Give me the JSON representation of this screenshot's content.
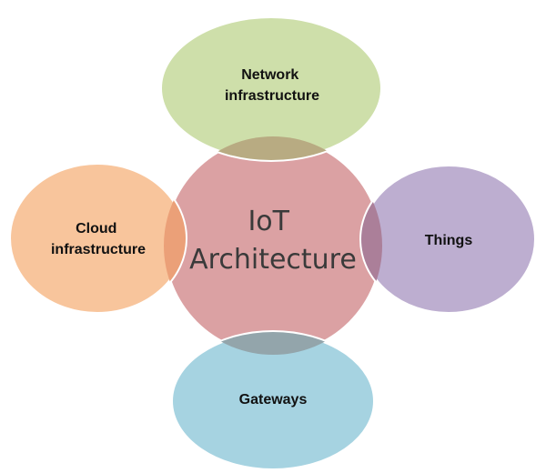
{
  "center": {
    "lines": [
      "IoT",
      "Architecture"
    ],
    "color": "#dba1a3"
  },
  "nodes": [
    {
      "key": "network",
      "lines": [
        "Network",
        "infrastructure"
      ],
      "color": "#cedfaa"
    },
    {
      "key": "things",
      "lines": [
        "Things"
      ],
      "color": "#bdaed0"
    },
    {
      "key": "gateways",
      "lines": [
        "Gateways"
      ],
      "color": "#a6d3e1"
    },
    {
      "key": "cloud",
      "lines": [
        "Cloud",
        "infrastructure"
      ],
      "color": "#f8c59c"
    }
  ],
  "overlap_colors": {
    "network": "#b8ab82",
    "things": "#ab7f99",
    "gateways": "#93a5ab",
    "cloud": "#eba078"
  }
}
